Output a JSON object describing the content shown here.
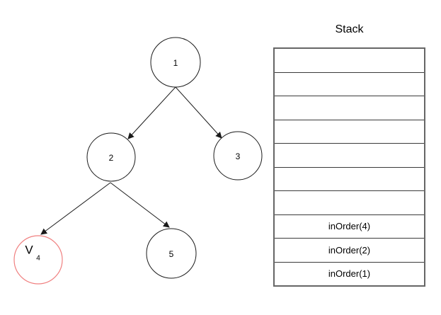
{
  "stack": {
    "title": "Stack",
    "rows": [
      "",
      "",
      "",
      "",
      "",
      "",
      "",
      "inOrder(4)",
      "inOrder(2)",
      "inOrder(1)"
    ]
  },
  "tree": {
    "nodes": {
      "n1": "1",
      "n2": "2",
      "n3": "3",
      "n5": "5",
      "visited": {
        "label": "V",
        "subscript": "4"
      }
    },
    "edges": [
      "1->2",
      "1->3",
      "2->V4",
      "2->5"
    ]
  },
  "colors": {
    "node_stroke": "#1a1a1a",
    "visited_stroke": "#f08080",
    "edge": "#1a1a1a",
    "table_border": "#666666",
    "background": "#ffffff"
  }
}
